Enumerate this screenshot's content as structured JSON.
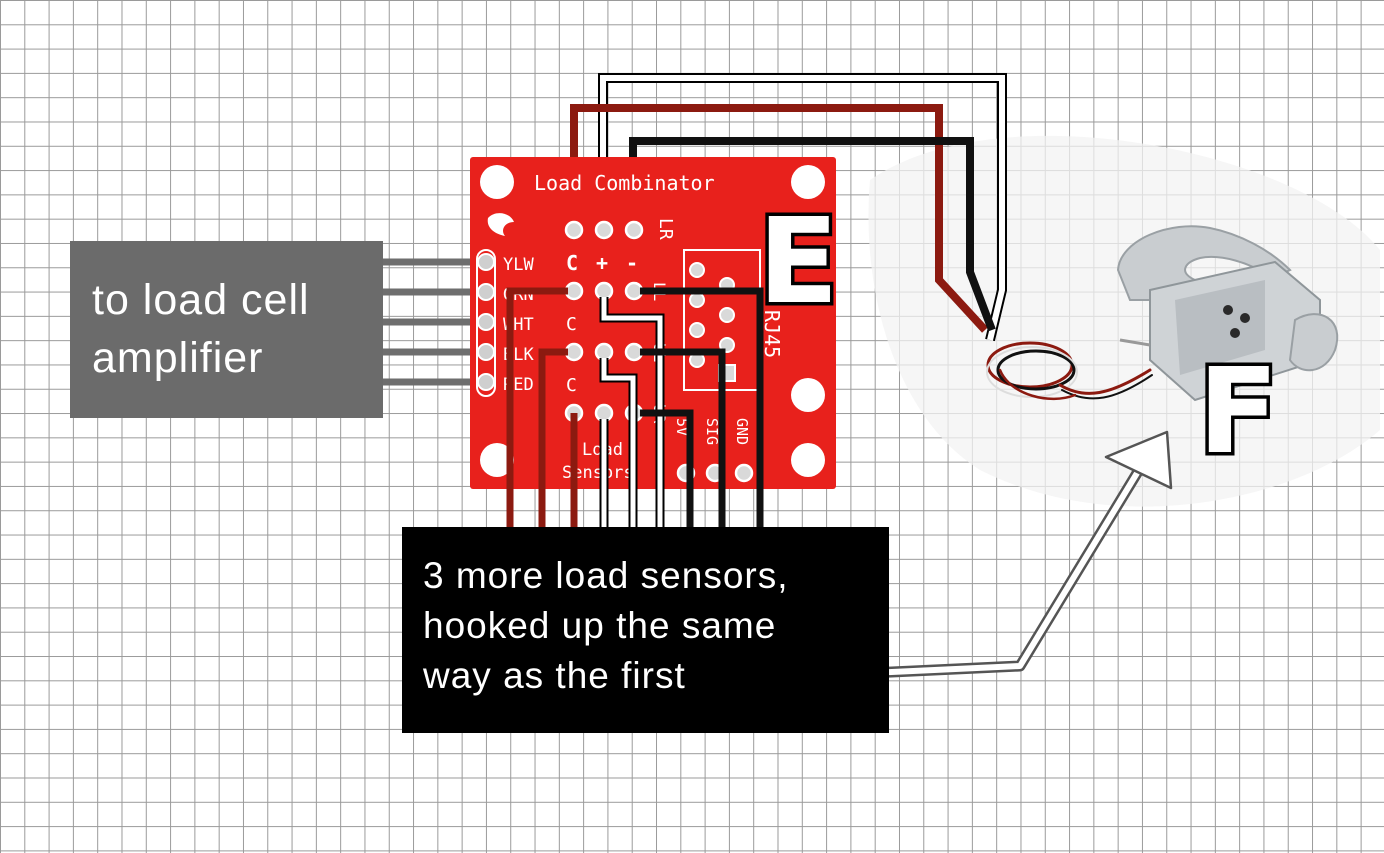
{
  "board": {
    "title": "Load Combinator",
    "header_lr": "LR",
    "pin_labels": [
      "YLW",
      "GRN",
      "WHT",
      "BLK",
      "RED"
    ],
    "col_labels": [
      "C",
      "+",
      "-"
    ],
    "side_labels": [
      "LL",
      "UL",
      "UR"
    ],
    "bottom_label_line1": "Load",
    "bottom_label_line2": "Sensors",
    "rj45_label": "RJ45",
    "rj_pins": [
      "5V",
      "SIG",
      "GND"
    ],
    "color": "#e8211c"
  },
  "markers": {
    "e": "E",
    "f": "F"
  },
  "amplifier_box": {
    "line1": "to load cell",
    "line2": "amplifier",
    "color": "#6b6b6b"
  },
  "sensors_box": {
    "line1": "3 more load sensors,",
    "line2": "hooked up the same",
    "line3": "way as the first",
    "color": "#000000"
  },
  "wire_colors": {
    "red": "#8c1a10",
    "black": "#111111",
    "white": "#ffffff",
    "grey": "#6e6e6e"
  }
}
